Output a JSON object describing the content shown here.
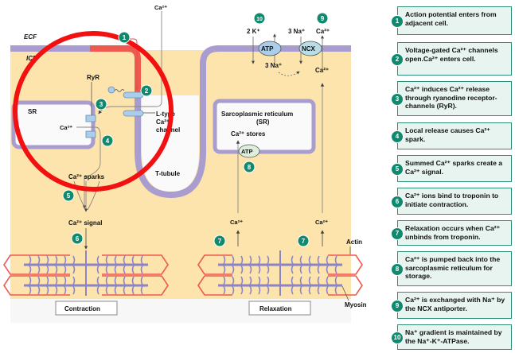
{
  "diagram": {
    "labels": {
      "ecf": "ECF",
      "icf": "ICF",
      "ryr": "RyR",
      "sr": "SR",
      "ca_sr": "Ca²⁺",
      "ca_top": "Ca²⁺",
      "ltype": [
        "L-type",
        "Ca²⁺",
        "channel"
      ],
      "ttubule": "T-tubule",
      "sparks": "Ca²⁺ sparks",
      "signal": "Ca²⁺ signal",
      "contraction": "Contraction",
      "relaxation": "Relaxation",
      "actin": "Actin",
      "myosin": "Myosin",
      "k2": "2 K⁺",
      "na3_out": "3 Na⁺",
      "na3_in": "3 Na⁺",
      "ca_out": "Ca²⁺",
      "ca_in": "Ca²⁺",
      "atp_pump": "ATP",
      "ncx": "NCX",
      "sr_title": [
        "Sarcoplasmic reticulum",
        "(SR)"
      ],
      "ca_stores": "Ca²⁺ stores",
      "atp_sr": "ATP",
      "ca_rel_left": "Ca²⁺",
      "ca_rel_right": "Ca²⁺"
    },
    "badges": [
      "1",
      "2",
      "3",
      "4",
      "5",
      "6",
      "7",
      "7",
      "8",
      "9",
      "10"
    ],
    "colors": {
      "icf": "#fde4ad",
      "membrane": "#a99ccf",
      "depolarized": "#ee5a50",
      "badge": "#0f8a6e",
      "highlight_circle": "#f21010",
      "channel": "#a9cdea",
      "actin": "#ee5a50",
      "myosin": "#8a84c8"
    }
  },
  "steps": [
    {
      "num": "1",
      "text": "Action potential enters from adjacent cell."
    },
    {
      "num": "2",
      "text": "Voltage-gated Ca²⁺ channels open.Ca²⁺ enters cell."
    },
    {
      "num": "3",
      "text": "Ca²⁺ induces Ca²⁺ release through ryanodine receptor-channels (RyR)."
    },
    {
      "num": "4",
      "text": "Local release causes Ca²⁺ spark."
    },
    {
      "num": "5",
      "text": "Summed Ca²⁺ sparks create a Ca²⁺ signal."
    },
    {
      "num": "6",
      "text": "Ca²⁺ ions bind to troponin to initiate contraction."
    },
    {
      "num": "7",
      "text": "Relaxation occurs when Ca²⁺ unbinds from troponin."
    },
    {
      "num": "8",
      "text": "Ca²⁺ is pumped back into the sarcoplasmic reticulum for storage."
    },
    {
      "num": "9",
      "text": "Ca²⁺ is exchanged with Na⁺ by the NCX antiporter."
    },
    {
      "num": "10",
      "text": "Na⁺ gradient is maintained by the Na⁺-K⁺-ATPase."
    }
  ]
}
